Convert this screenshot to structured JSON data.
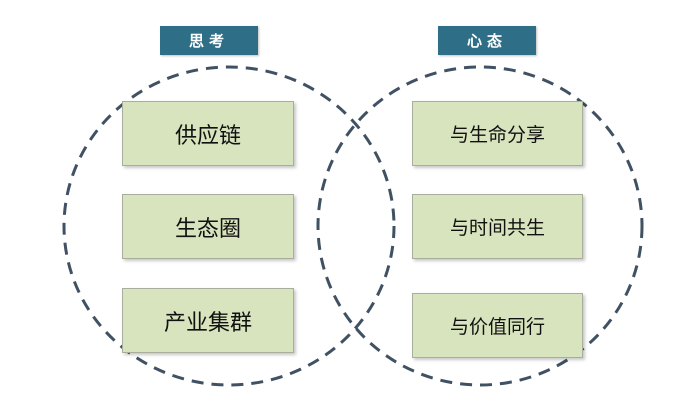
{
  "diagram": {
    "left_group": {
      "label": "思考",
      "items": [
        "供应链",
        "生态圈",
        "产业集群"
      ]
    },
    "right_group": {
      "label": "心态",
      "items": [
        "与生命分享",
        "与时间共生",
        "与价值同行"
      ]
    },
    "colors": {
      "header_bg": "#2e6f87",
      "header_text": "#ffffff",
      "box_fill": "#d8e4bd",
      "box_border": "#a8ad9c",
      "circle_stroke": "#3f5163"
    },
    "circle_style": "dashed"
  }
}
